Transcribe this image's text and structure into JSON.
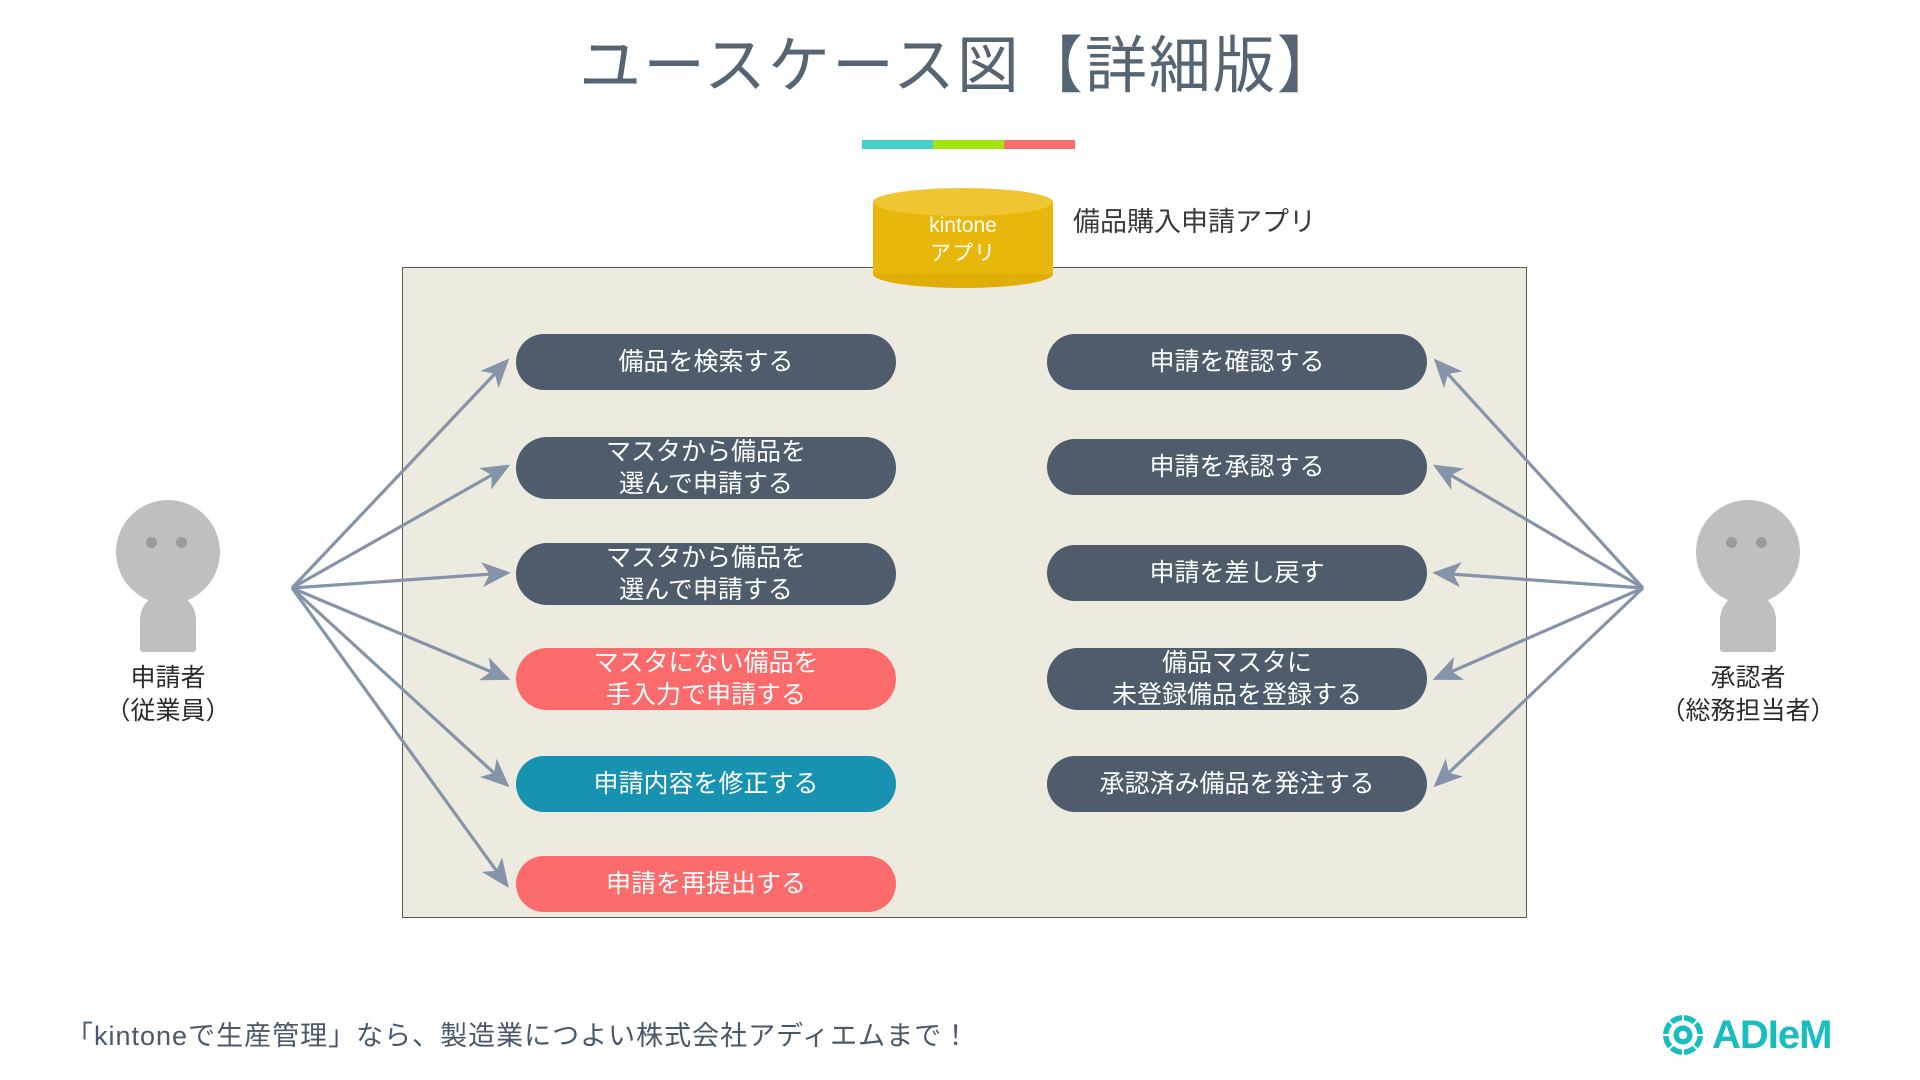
{
  "title": "ユースケース図【詳細版】",
  "accent_colors": [
    "#45CFC8",
    "#A4E511",
    "#FB6C6C"
  ],
  "system": {
    "app_icon_line1": "kintone",
    "app_icon_line2": "アプリ",
    "app_label": "備品購入申請アプリ",
    "boundary_color": "#EDEAE0"
  },
  "actors": {
    "left": {
      "name": "申請者",
      "role": "（従業員）"
    },
    "right": {
      "name": "承認者",
      "role": "（総務担当者）"
    }
  },
  "usecases": {
    "left": [
      {
        "label": "備品を検索する",
        "color": "#4F5C6B",
        "style": "dark"
      },
      {
        "label_line1": "マスタから備品を",
        "label_line2": "選んで申請する",
        "color": "#4F5C6B",
        "style": "dark"
      },
      {
        "label_line1": "マスタから備品を",
        "label_line2": "選んで申請する",
        "color": "#4F5C6B",
        "style": "dark"
      },
      {
        "label_line1": "マスタにない備品を",
        "label_line2": "手入力で申請する",
        "color": "#FB6B6B",
        "style": "red"
      },
      {
        "label": "申請内容を修正する",
        "color": "#1792B0",
        "style": "teal"
      },
      {
        "label": "申請を再提出する",
        "color": "#FB6B6B",
        "style": "red"
      }
    ],
    "right": [
      {
        "label": "申請を確認する",
        "color": "#4F5C6B",
        "style": "dark"
      },
      {
        "label": "申請を承認する",
        "color": "#4F5C6B",
        "style": "dark"
      },
      {
        "label": "申請を差し戻す",
        "color": "#4F5C6B",
        "style": "dark"
      },
      {
        "label_line1": "備品マスタに",
        "label_line2": "未登録備品を登録する",
        "color": "#4F5C6B",
        "style": "dark"
      },
      {
        "label": "承認済み備品を発注する",
        "color": "#4F5C6B",
        "style": "dark"
      }
    ]
  },
  "footer": {
    "text": "「kintoneで生産管理」なら、製造業につよい株式会社アディエムまで！",
    "logo_text": "ADIeM",
    "logo_color": "#18BDBD",
    "logo_icon": "gear-icon"
  }
}
